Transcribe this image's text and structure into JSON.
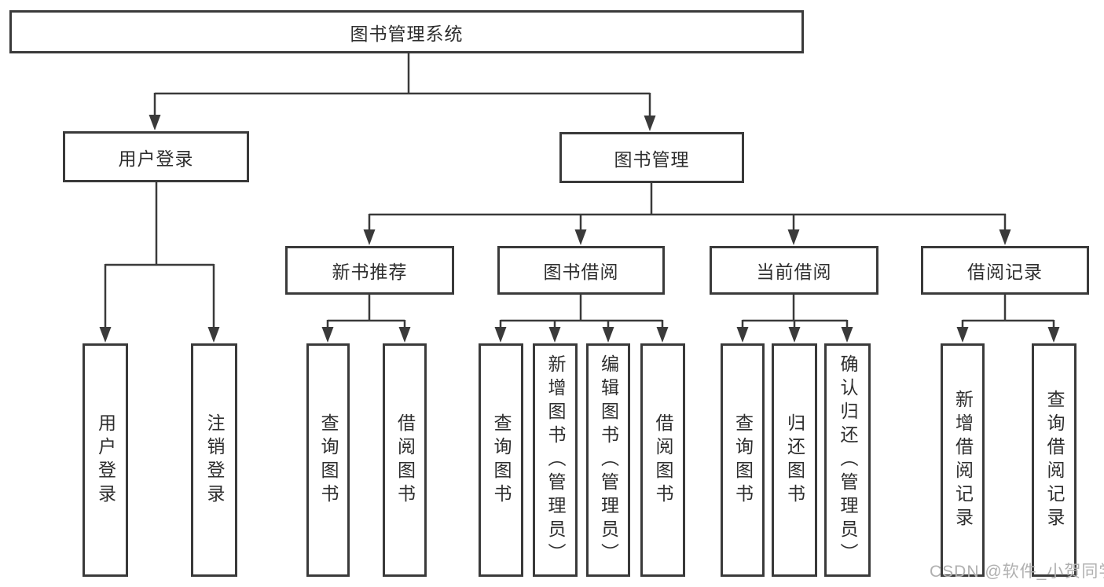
{
  "diagram_type": "hierarchy-tree",
  "colors": {
    "line": "#3a3a3a",
    "box_border": "#3a3a3a",
    "text": "#2e2e2e",
    "background": "#ffffff",
    "watermark": "#b0b0b0"
  },
  "tree": {
    "label": "图书管理系统",
    "children": [
      {
        "label": "用户登录",
        "children": [
          {
            "label": "用户登录"
          },
          {
            "label": "注销登录"
          }
        ]
      },
      {
        "label": "图书管理",
        "children": [
          {
            "label": "新书推荐",
            "children": [
              {
                "label": "查询图书"
              },
              {
                "label": "借阅图书"
              }
            ]
          },
          {
            "label": "图书借阅",
            "children": [
              {
                "label": "查询图书"
              },
              {
                "label": "新增图书（管理员）"
              },
              {
                "label": "编辑图书（管理员）"
              },
              {
                "label": "借阅图书"
              }
            ]
          },
          {
            "label": "当前借阅",
            "children": [
              {
                "label": "查询图书"
              },
              {
                "label": "归还图书"
              },
              {
                "label": "确认归还（管理员）"
              }
            ]
          },
          {
            "label": "借阅记录",
            "children": [
              {
                "label": "新增借阅记录"
              },
              {
                "label": "查询借阅记录"
              }
            ]
          }
        ]
      }
    ]
  },
  "watermark": {
    "text": "CSDN @软件_小贺同学"
  }
}
